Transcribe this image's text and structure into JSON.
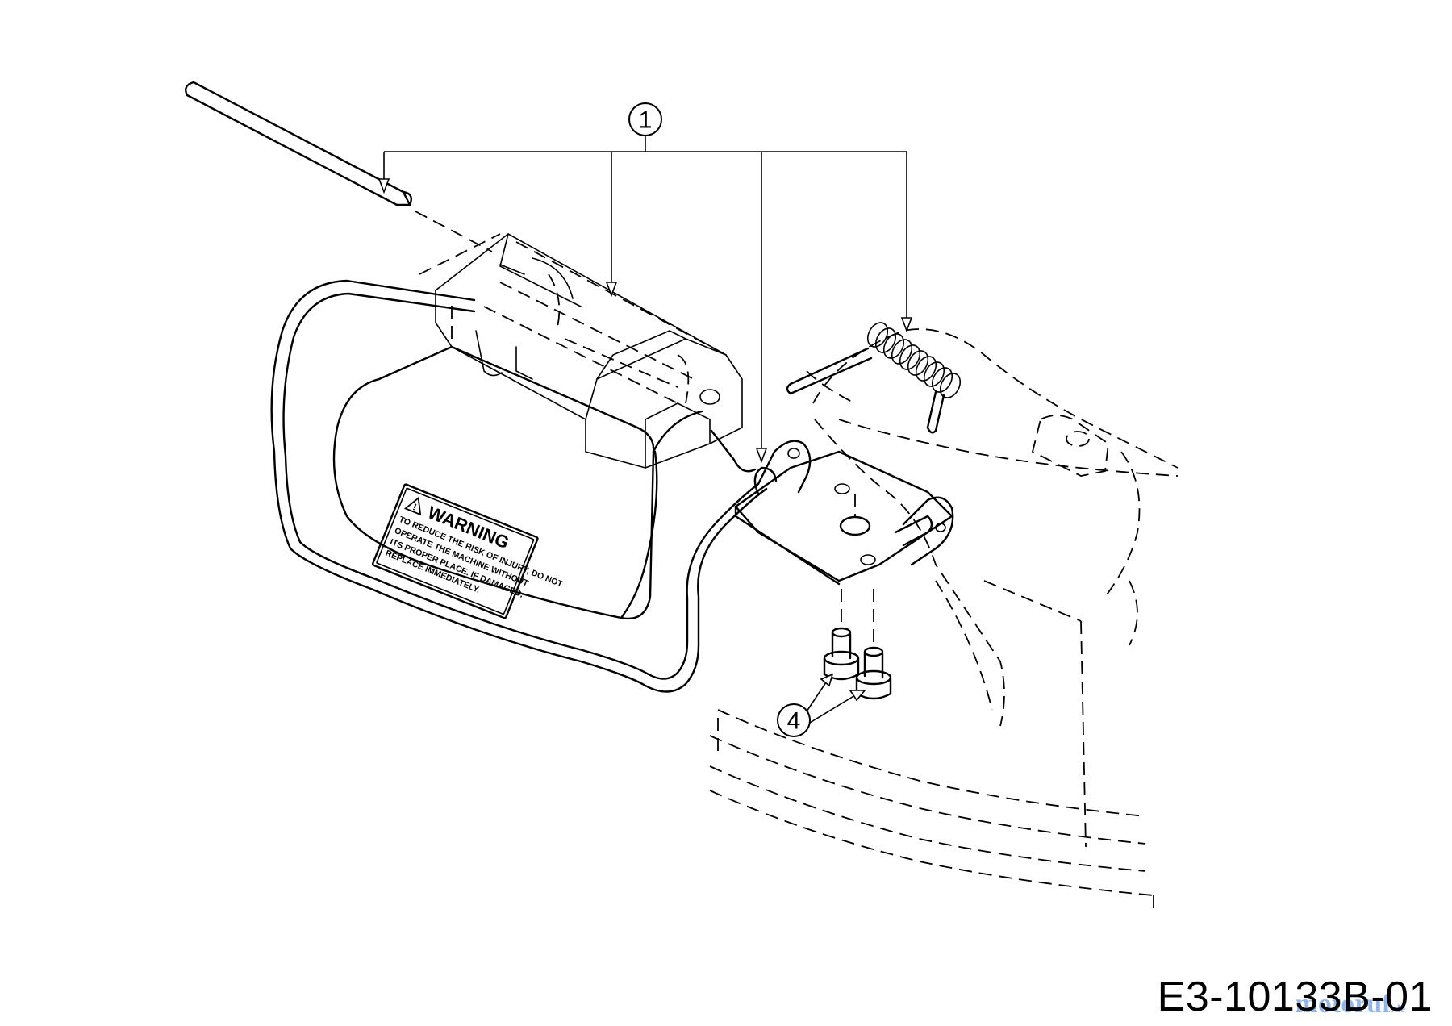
{
  "callouts": [
    {
      "number": "1"
    },
    {
      "number": "4"
    }
  ],
  "warning_label": {
    "heading": "WARNING",
    "lines": [
      "TO REDUCE THE RISK OF INJURY, DO NOT",
      "OPERATE THE MACHINE WITHOUT",
      "ITS PROPER PLACE. IF DAMAGED,",
      "REPLACE IMMEDIATELY."
    ]
  },
  "part_code": "E3-10133B-01",
  "watermark": {
    "text": "motoruf",
    "tld": ".de",
    "color": "#3a7bd5"
  }
}
